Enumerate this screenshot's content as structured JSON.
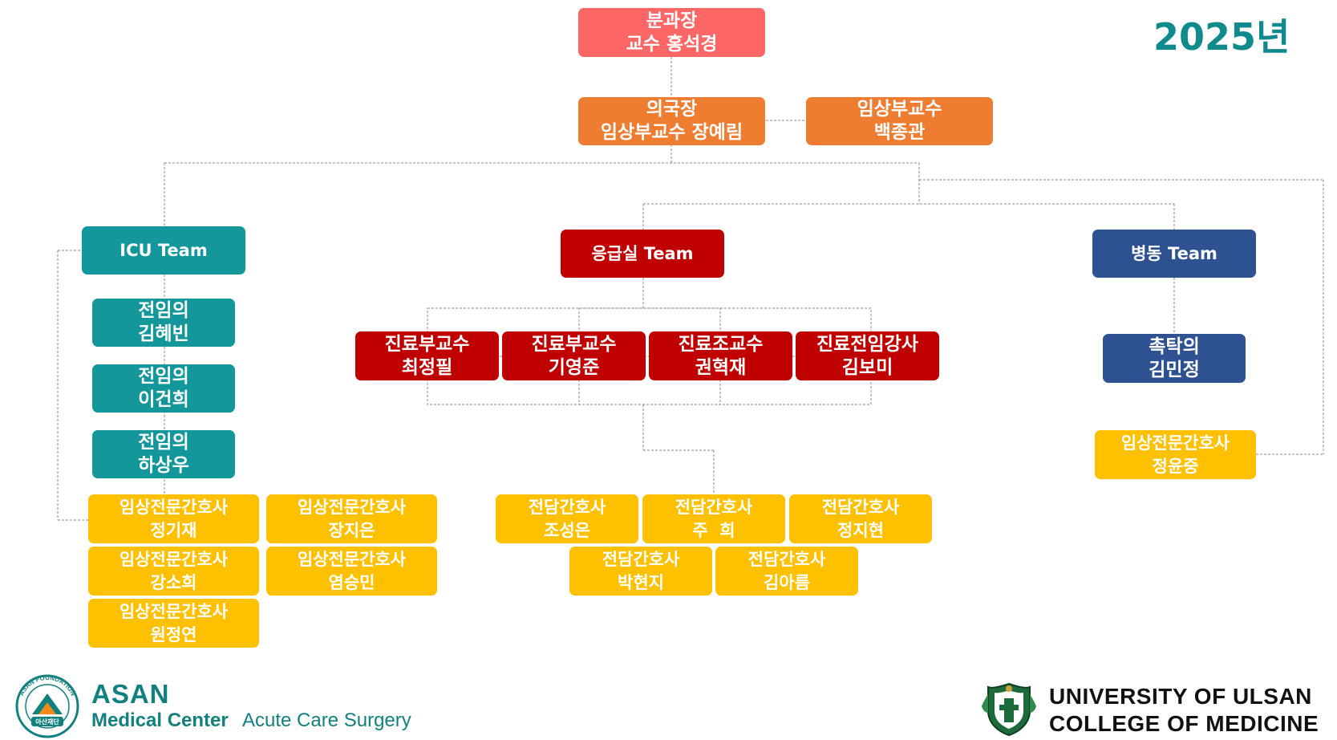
{
  "year_label": "2025년",
  "colors": {
    "head": "#ff6666",
    "orange": "#ef7d31",
    "icu": "#13979a",
    "er": "#c00000",
    "ward": "#2e5191",
    "nurse": "#ffc000",
    "connector": "#888888"
  },
  "nodes": {
    "chief": {
      "line1": "분과장",
      "line2": "교수 홍석경"
    },
    "director": {
      "line1": "의국장",
      "line2": "임상부교수 장예림"
    },
    "assoc_prof": {
      "line1": "임상부교수",
      "line2": "백종관"
    },
    "icu_team": {
      "label": "ICU Team"
    },
    "er_team": {
      "label": "응급실 Team"
    },
    "ward_team": {
      "label": "병동 Team"
    },
    "icu_fellow1": {
      "line1": "전임의",
      "line2": "김혜빈"
    },
    "icu_fellow2": {
      "line1": "전임의",
      "line2": "이건희"
    },
    "icu_fellow3": {
      "line1": "전임의",
      "line2": "하상우"
    },
    "icu_np1": {
      "line1": "임상전문간호사",
      "line2": "정기재"
    },
    "icu_np2": {
      "line1": "임상전문간호사",
      "line2": "장지은"
    },
    "icu_np3": {
      "line1": "임상전문간호사",
      "line2": "강소희"
    },
    "icu_np4": {
      "line1": "임상전문간호사",
      "line2": "염승민"
    },
    "icu_np5": {
      "line1": "임상전문간호사",
      "line2": "원정연"
    },
    "er_doc1": {
      "line1": "진료부교수",
      "line2": "최정필"
    },
    "er_doc2": {
      "line1": "진료부교수",
      "line2": "기영준"
    },
    "er_doc3": {
      "line1": "진료조교수",
      "line2": "권혁재"
    },
    "er_doc4": {
      "line1": "진료전임강사",
      "line2": "김보미"
    },
    "er_nurse1": {
      "line1": "전담간호사",
      "line2": "조성은"
    },
    "er_nurse2": {
      "line1": "전담간호사",
      "line2": "주  희"
    },
    "er_nurse3": {
      "line1": "전담간호사",
      "line2": "정지현"
    },
    "er_nurse4": {
      "line1": "전담간호사",
      "line2": "박현지"
    },
    "er_nurse5": {
      "line1": "전담간호사",
      "line2": "김아름"
    },
    "ward_hosp": {
      "line1": "촉탁의",
      "line2": "김민정"
    },
    "ward_np": {
      "line1": "임상전문간호사",
      "line2": "정윤중"
    }
  },
  "logos": {
    "asan_ring_top": "ASAN FOUNDATION",
    "asan_ring_bottom": "아산재단",
    "asan_name": "ASAN",
    "asan_sub": "Medical Center",
    "asan_sub2": "Acute Care Surgery",
    "ulsan_line1": "UNIVERSITY OF ULSAN",
    "ulsan_line2": "COLLEGE OF MEDICINE"
  }
}
